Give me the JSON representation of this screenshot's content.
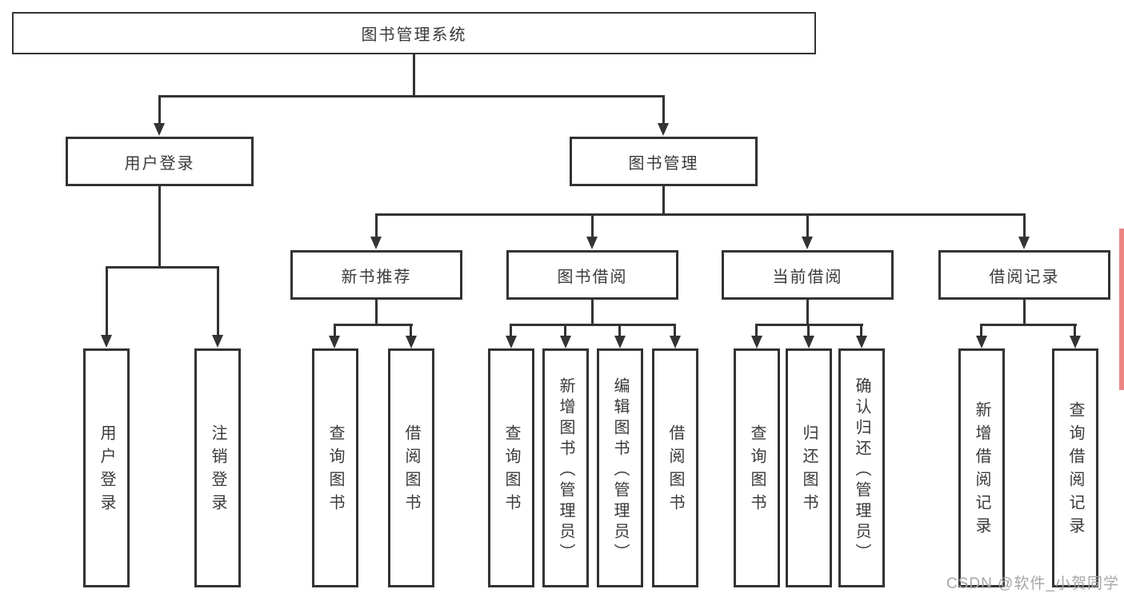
{
  "diagram_type": "hierarchy-tree",
  "nodes": {
    "root": {
      "label": "图书管理系统"
    },
    "user_login": {
      "label": "用户登录",
      "parent": "root"
    },
    "book_management": {
      "label": "图书管理",
      "parent": "root"
    },
    "login": {
      "label": "用户登录",
      "parent": "user_login"
    },
    "logout": {
      "label": "注销登录",
      "parent": "user_login"
    },
    "new_book_recommend": {
      "label": "新书推荐",
      "parent": "book_management"
    },
    "book_borrow": {
      "label": "图书借阅",
      "parent": "book_management"
    },
    "current_borrow": {
      "label": "当前借阅",
      "parent": "book_management"
    },
    "borrow_record": {
      "label": "借阅记录",
      "parent": "book_management"
    },
    "recommend_query_book": {
      "label": "查询图书",
      "parent": "new_book_recommend"
    },
    "recommend_borrow_book": {
      "label": "借阅图书",
      "parent": "new_book_recommend"
    },
    "borrow_query_book": {
      "label": "查询图书",
      "parent": "book_borrow"
    },
    "borrow_add_book": {
      "label": "新增图书（管理员）",
      "parent": "book_borrow"
    },
    "borrow_edit_book": {
      "label": "编辑图书（管理员）",
      "parent": "book_borrow"
    },
    "borrow_borrow_book": {
      "label": "借阅图书",
      "parent": "book_borrow"
    },
    "current_query_book": {
      "label": "查询图书",
      "parent": "current_borrow"
    },
    "current_return_book": {
      "label": "归还图书",
      "parent": "current_borrow"
    },
    "current_confirm_return": {
      "label": "确认归还（管理员）",
      "parent": "current_borrow"
    },
    "record_add": {
      "label": "新增借阅记录",
      "parent": "borrow_record"
    },
    "record_query": {
      "label": "查询借阅记录",
      "parent": "borrow_record"
    }
  },
  "watermark": {
    "text": "CSDN @软件_小贺同学"
  },
  "colors": {
    "background": "#ffffff",
    "line": "#333333",
    "text": "#3a3a3a",
    "watermark": "#a6a6a6",
    "edge_strip": "#ec8484"
  }
}
